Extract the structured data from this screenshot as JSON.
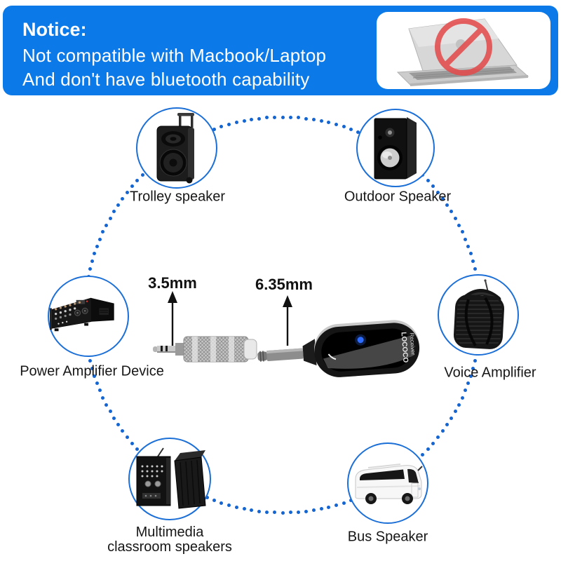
{
  "banner": {
    "notice": "Notice:",
    "line1": "Not compatible with Macbook/Laptop",
    "line2": "And don't have bluetooth capability"
  },
  "center": {
    "small_plug_label": "3.5mm",
    "large_plug_label": "6.35mm",
    "receiver_brand": "LOCOCO",
    "receiver_model": "Receiver"
  },
  "devices": [
    {
      "label": "Trolley speaker"
    },
    {
      "label": "Outdoor Speaker"
    },
    {
      "label": "Power Amplifier Device"
    },
    {
      "label": "Voice Amplifier"
    },
    {
      "label_line1": "Multimedia",
      "label_line2": "classroom speakers"
    },
    {
      "label": "Bus Speaker"
    }
  ],
  "colors": {
    "banner-blue": "#0b79e8",
    "dot-blue": "#1465d2",
    "ring-stroke-blue": "#1b6fd6",
    "prohibition-red": "#e34c4c",
    "led-blue": "#2e6bff",
    "label-black": "#161616"
  }
}
